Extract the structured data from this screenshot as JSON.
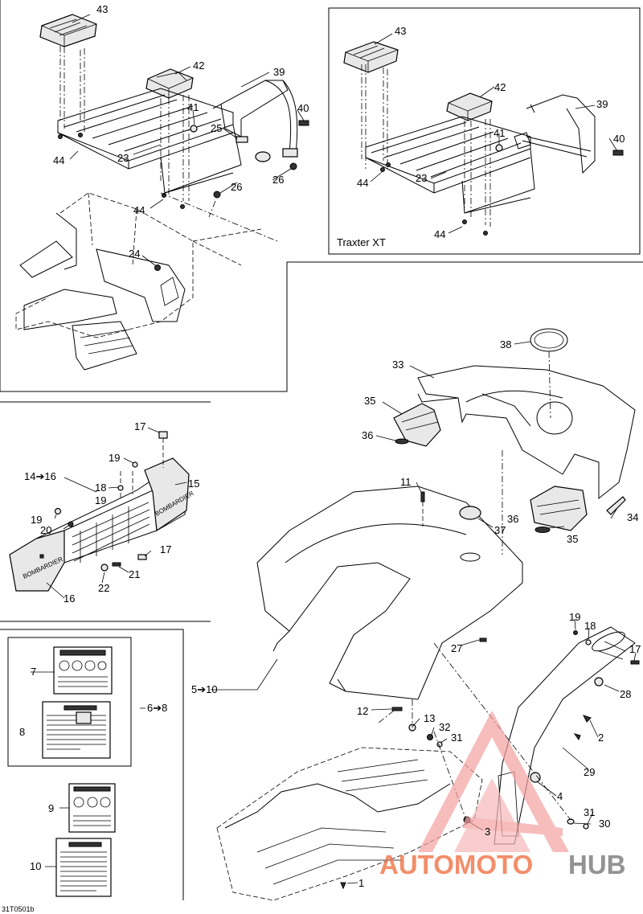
{
  "inset_title": "Traxter XT",
  "doc_code": "31T0501b",
  "watermark": {
    "part1": "AUTOMOTO",
    "part2": "HUB",
    "color_main": "#f07a50",
    "color_hub": "#808080",
    "triangle_color": "#f5a0a0"
  },
  "labels": {
    "l43a": "43",
    "l42a": "42",
    "l39a": "39",
    "l41a": "41",
    "l40a": "40",
    "l25": "25",
    "l23a": "23",
    "l44a": "44",
    "l26a": "26",
    "l26b": "26",
    "l44b": "44",
    "l24": "24",
    "l43b": "43",
    "l42b": "42",
    "l39b": "39",
    "l41b": "41",
    "l40b": "40",
    "l23b": "23",
    "l44c": "44",
    "l44d": "44",
    "l38": "38",
    "l33": "33",
    "l35a": "35",
    "l36a": "36",
    "l11": "11",
    "l37": "37",
    "l36b": "36",
    "l35b": "35",
    "l34": "34",
    "l17a": "17",
    "l19a": "19",
    "l14_16": "14➔16",
    "l18a": "18",
    "l15": "15",
    "l19b": "19",
    "l19c": "19",
    "l20": "20",
    "l17b": "17",
    "l21": "21",
    "l22": "22",
    "l16": "16",
    "l7": "7",
    "l8": "8",
    "l6_8": "6➔8",
    "l5_10": "5➔10",
    "l9": "9",
    "l10": "10",
    "l19d": "19",
    "l18b": "18",
    "l17c": "17",
    "l27": "27",
    "l28": "28",
    "l12": "12",
    "l13": "13",
    "l32": "32",
    "l31a": "31",
    "l2": "2",
    "l29": "29",
    "l4": "4",
    "l31b": "31",
    "l30": "30",
    "l3": "3",
    "l1": "1"
  }
}
